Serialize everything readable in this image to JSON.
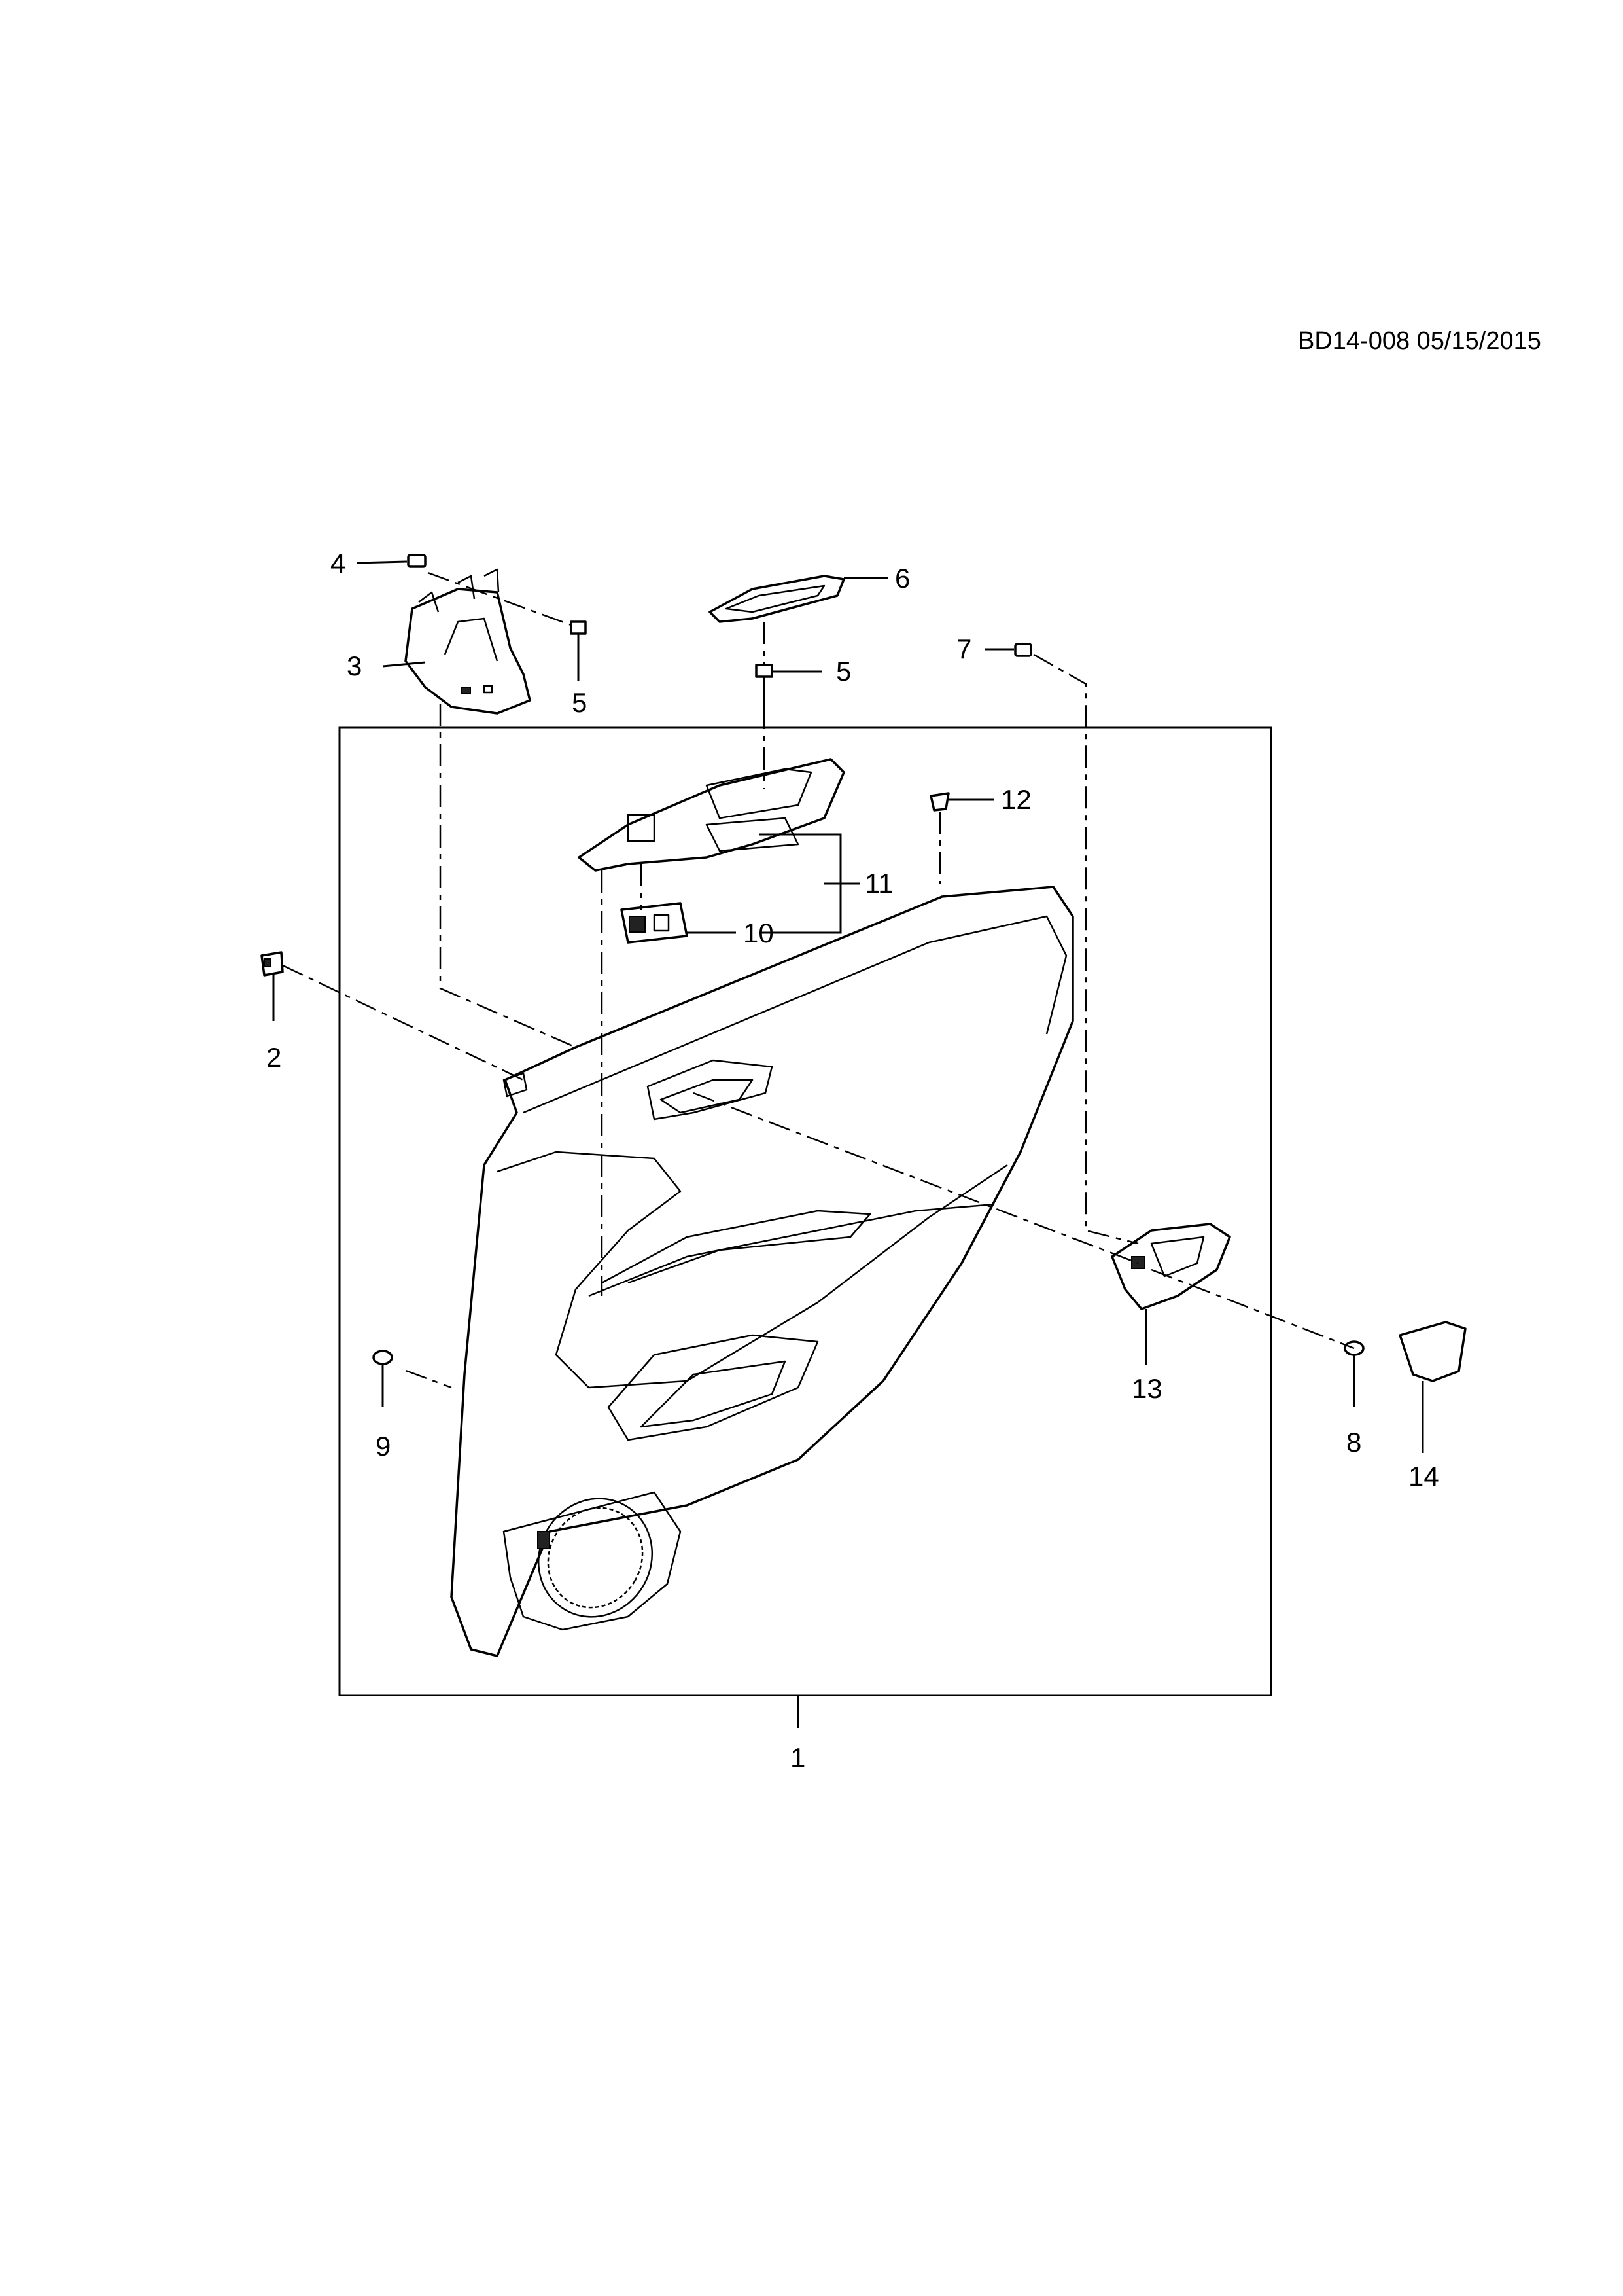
{
  "doc_code": "BD14-008 05/15/2015",
  "callouts": {
    "c1": "1",
    "c2": "2",
    "c3": "3",
    "c4": "4",
    "c5a": "5",
    "c5b": "5",
    "c6": "6",
    "c7": "7",
    "c8": "8",
    "c9": "9",
    "c10": "10",
    "c11": "11",
    "c12": "12",
    "c13": "13",
    "c14": "14"
  }
}
